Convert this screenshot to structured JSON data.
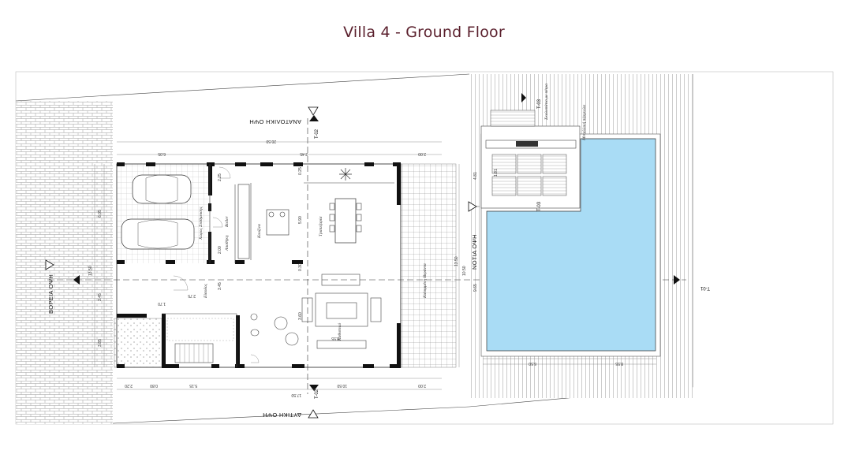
{
  "title": "Villa 4 - Ground Floor",
  "elevations": {
    "east": "ΑΝΑΤΟΛΙΚΗ ΟΨΗ",
    "west": "ΔΥΤΙΚΗ ΟΨΗ",
    "north": "ΒΟΡΕΙΑ ΟΨΗ",
    "south": "ΝΟΤΙΑ ΟΨΗ"
  },
  "sections": {
    "t01": "T-01",
    "t02": "T-02",
    "t03": "T-03"
  },
  "rooms": {
    "parking": "Χώρος Στάθμευσης",
    "boiler": "Boiler",
    "storage": "Αποθήκη",
    "kitchen": "Κουζίνα",
    "dining": "Τραπεζαρία",
    "entrance": "Είσοδος",
    "living": "Καθιστικό",
    "covered_veranda": "Καλυμμένη Βεράντα",
    "metal_pergola": "Μεταλλική πέργκολα",
    "steps": "Σκαλοπάτια με πέτρα"
  },
  "dimensions": {
    "top_total": "20.50",
    "top_a": "6.05",
    "top_b": "2.45",
    "top_c": "2.00",
    "bottom_a": "2.20",
    "bottom_b": "0.80",
    "bottom_c": "5.15",
    "bottom_d": "10.50",
    "bottom_e": "17.50",
    "bottom_f": "2.00",
    "left_a": "6.05",
    "left_b": "13.50",
    "left_c": "3.45",
    "left_d": "3.85",
    "right_a": "13.50",
    "right_b": "10.50",
    "pool_a": "6.50",
    "pool_b": "8.55",
    "pool_c": "4.81",
    "pool_d": "9.65",
    "int_a": "2.25",
    "int_b": "5.90",
    "int_c": "0.30",
    "int_d": "3.45",
    "int_e": "1.70",
    "int_f": "2.75",
    "int_g": "3.60",
    "int_h": "2.00",
    "int_i": "0.25",
    "int_j": "8.55",
    "int_k": "1.81"
  },
  "colors": {
    "title": "#5a1f2c",
    "pool": "#a9dcf5",
    "walls": "#111111"
  }
}
